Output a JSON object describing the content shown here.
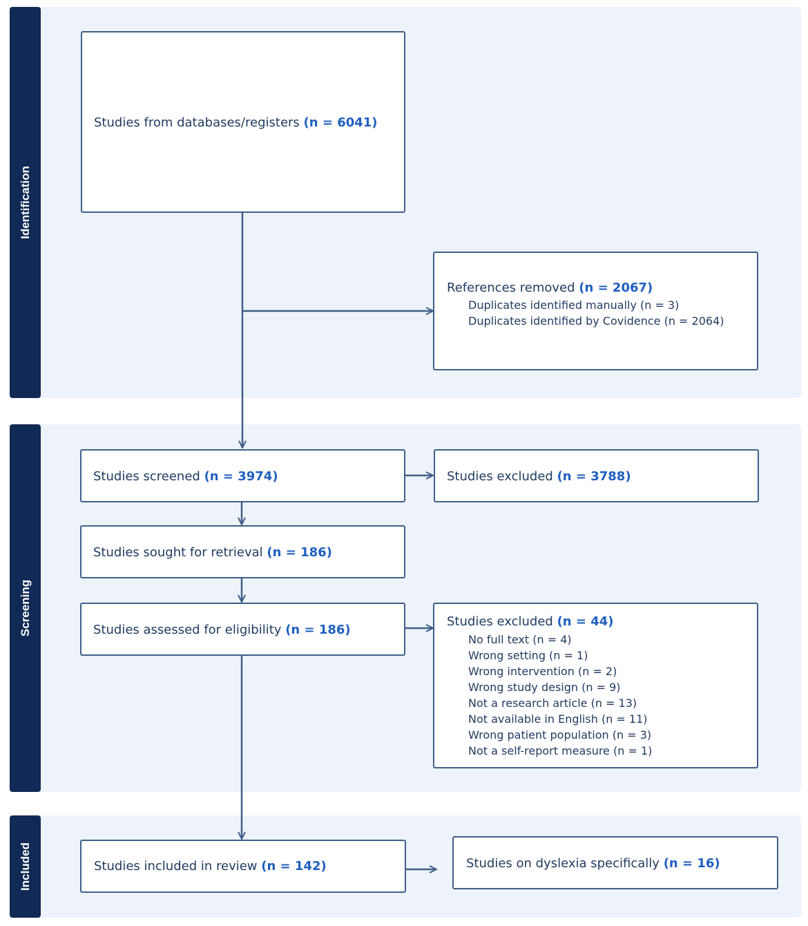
{
  "sections": {
    "identification": "Identification",
    "screening": "Screening",
    "included": "Included"
  },
  "boxes": {
    "databases": {
      "label": "Studies from databases/registers",
      "n": "(n = 6041)"
    },
    "removed": {
      "label": "References removed",
      "n": "(n = 2067)",
      "items": [
        "Duplicates identified manually (n = 3)",
        "Duplicates identified by Covidence (n = 2064)"
      ]
    },
    "screened": {
      "label": "Studies screened",
      "n": "(n = 3974)"
    },
    "excluded1": {
      "label": "Studies excluded",
      "n": "(n = 3788)"
    },
    "sought": {
      "label": "Studies sought for retrieval",
      "n": "(n = 186)"
    },
    "assessed": {
      "label": "Studies assessed for eligibility",
      "n": "(n = 186)"
    },
    "excluded2": {
      "label": "Studies excluded",
      "n": "(n = 44)",
      "items": [
        "No full text (n = 4)",
        "Wrong setting (n = 1)",
        "Wrong intervention (n = 2)",
        "Wrong study design (n = 9)",
        "Not a research article (n = 13)",
        "Not available in English (n = 11)",
        "Wrong patient population (n = 3)",
        "Not a self-report measure (n = 1)"
      ]
    },
    "included": {
      "label": "Studies included in review",
      "n": "(n = 142)"
    },
    "dyslexia": {
      "label": "Studies on dyslexia specifically",
      "n": "(n = 16)"
    }
  },
  "colors": {
    "section_bg": "#eef3fb",
    "side_tab": "#102a55",
    "box_border": "#3f5f88",
    "count_text": "#1f5fbf"
  }
}
